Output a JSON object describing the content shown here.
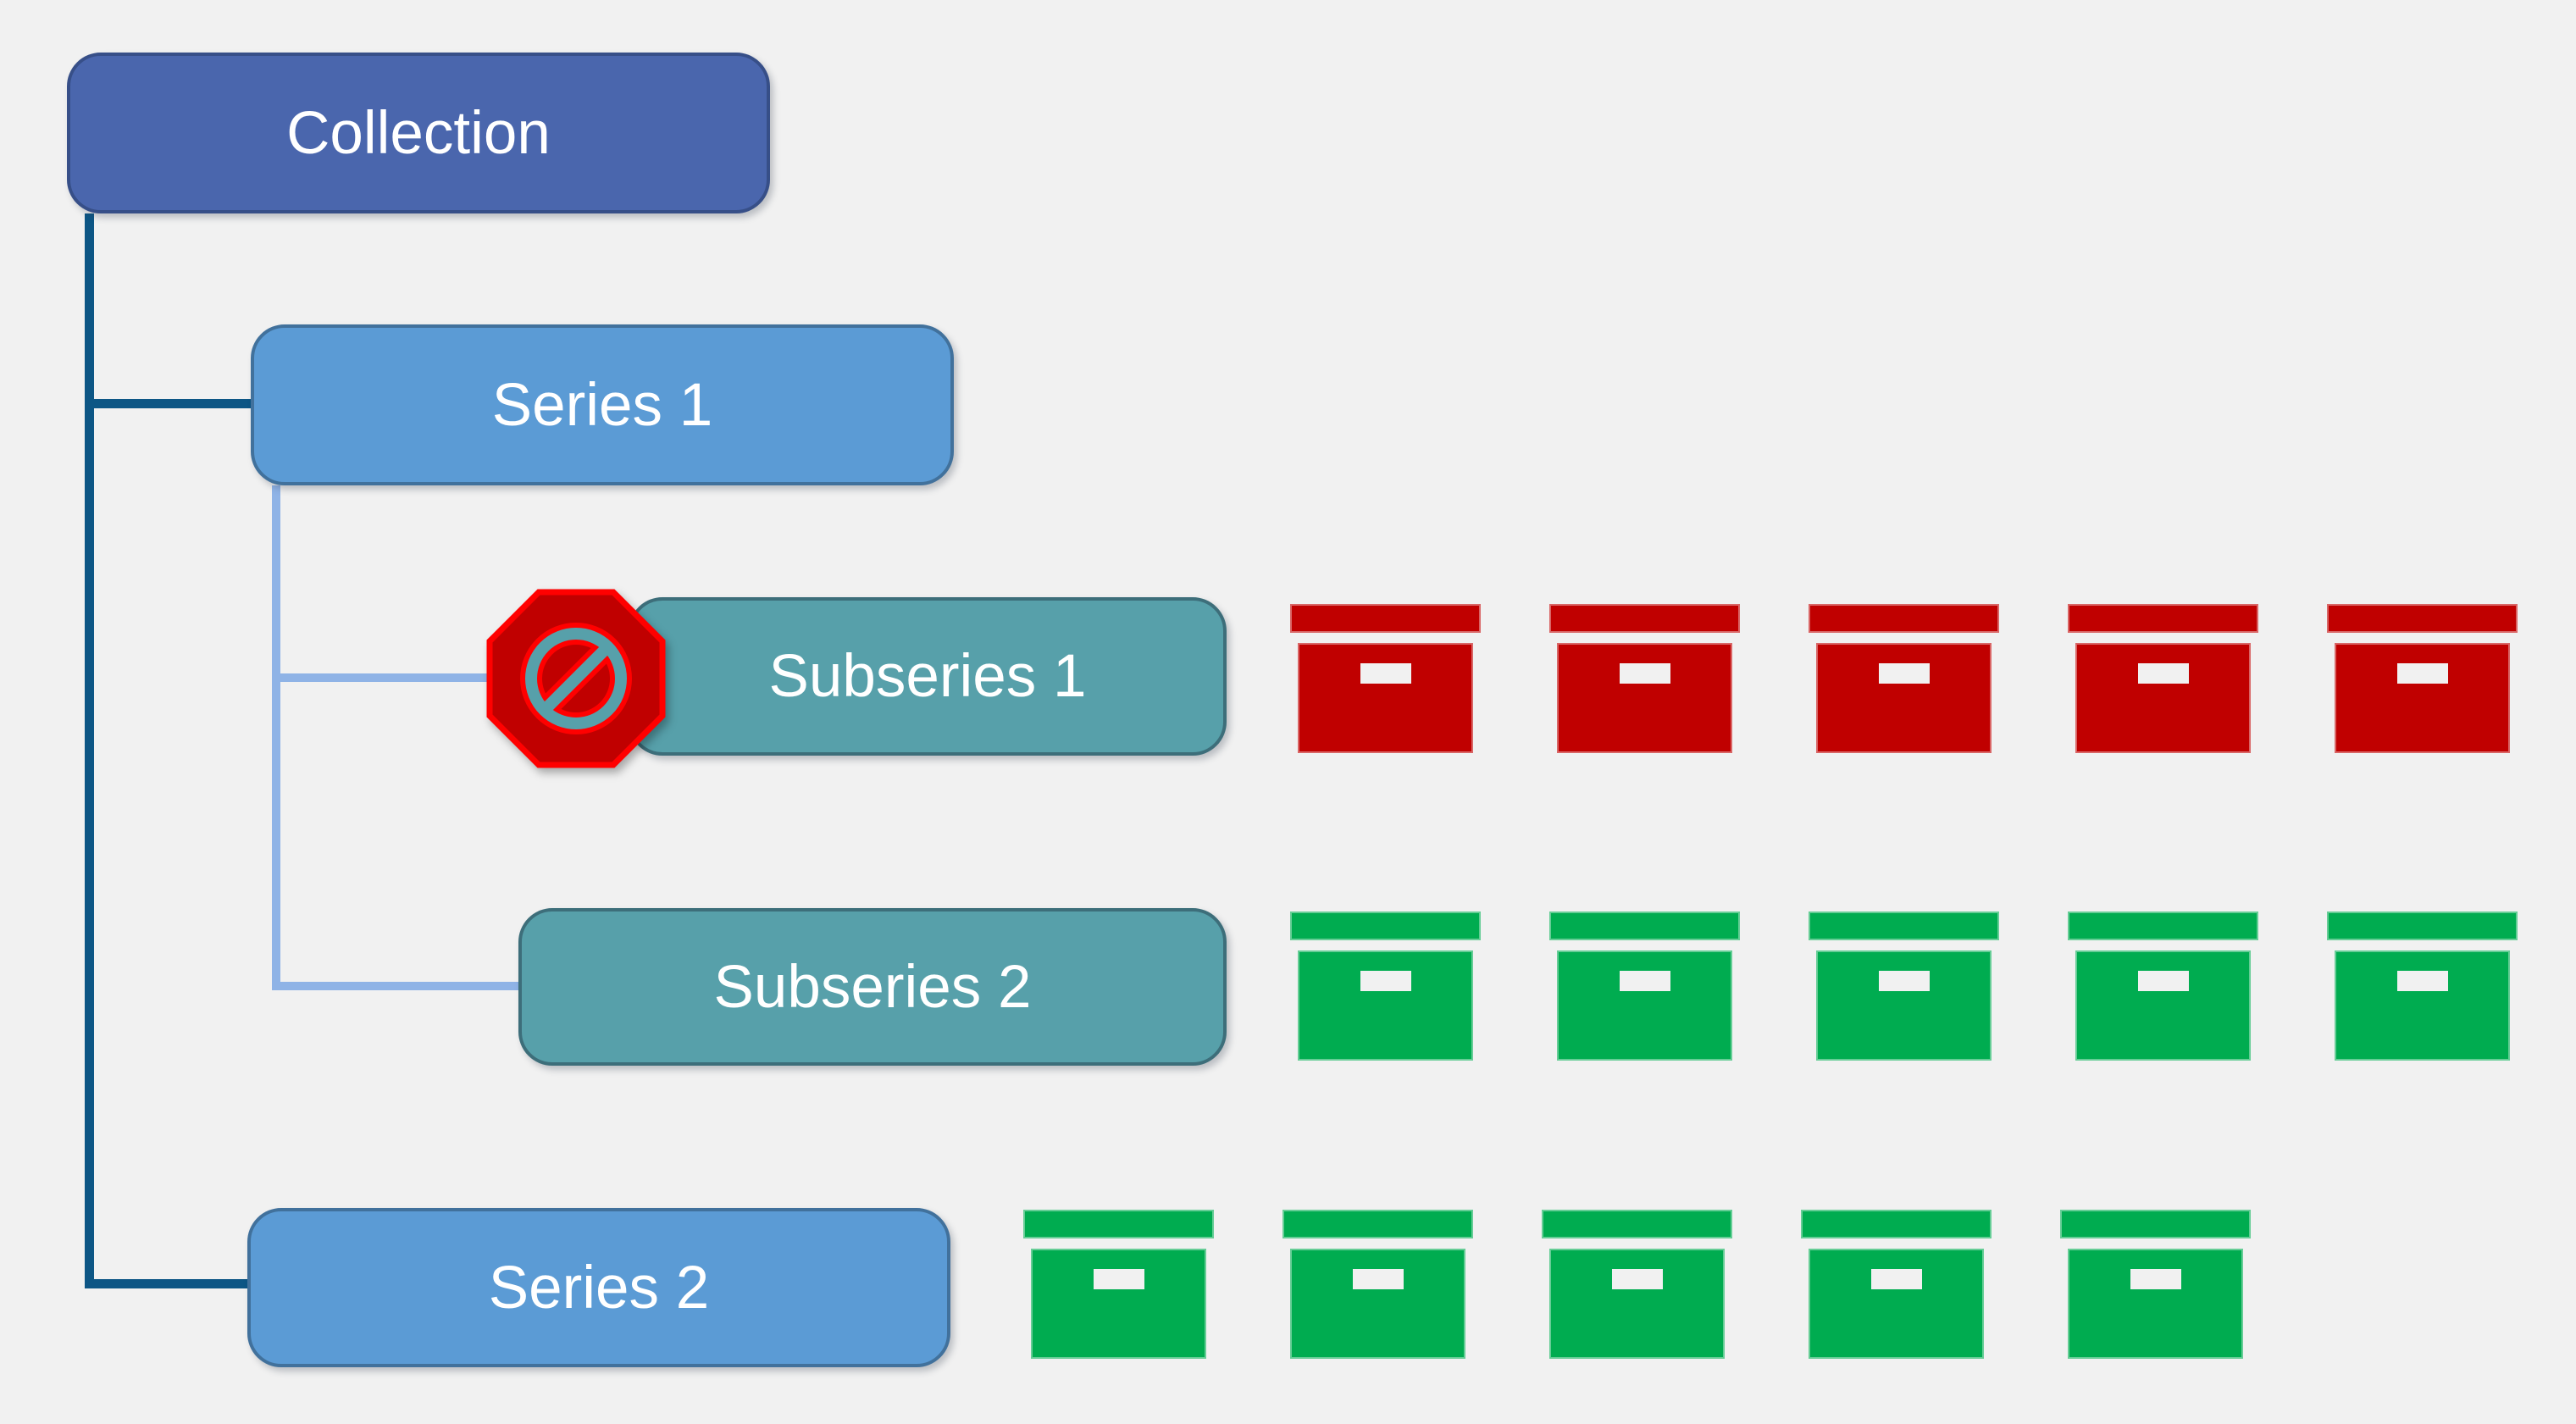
{
  "diagram": {
    "description": "Archival collection hierarchy with restricted and open box groups",
    "nodes": [
      {
        "id": "collection",
        "label": "Collection",
        "level": "collection",
        "fill": "#4A66AD",
        "border": "#374F88",
        "text_color": "#FFFFFF",
        "restricted": false
      },
      {
        "id": "series-1",
        "label": "Series 1",
        "level": "series",
        "fill": "#5B9BD5",
        "border": "#41719C",
        "text_color": "#FFFFFF",
        "restricted": false
      },
      {
        "id": "subseries-1",
        "label": "Subseries 1",
        "level": "subseries",
        "fill": "#57A0AA",
        "border": "#3D6E7A",
        "text_color": "#FFFFFF",
        "restricted": true
      },
      {
        "id": "subseries-2",
        "label": "Subseries 2",
        "level": "subseries",
        "fill": "#57A0AA",
        "border": "#3D6E7A",
        "text_color": "#FFFFFF",
        "restricted": false
      },
      {
        "id": "series-2",
        "label": "Series 2",
        "level": "series",
        "fill": "#5B9BD5",
        "border": "#41719C",
        "text_color": "#FFFFFF",
        "restricted": false
      }
    ],
    "edges": [
      {
        "from": "collection",
        "to": "series-1",
        "color": "dark"
      },
      {
        "from": "collection",
        "to": "series-2",
        "color": "dark"
      },
      {
        "from": "series-1",
        "to": "subseries-1",
        "color": "light"
      },
      {
        "from": "series-1",
        "to": "subseries-2",
        "color": "light"
      }
    ],
    "restricted_icon": {
      "name": "no-entry-icon",
      "shape": "octagon with circle-slash glyph",
      "octagon_fill": "#C00000",
      "octagon_stroke": "#FF0000",
      "glyph_color": "#57A0AA",
      "glyph_outline": "#FF0000"
    },
    "box_rows": [
      {
        "attached_to": "subseries-1",
        "color": "#C00000",
        "count": 5
      },
      {
        "attached_to": "subseries-2",
        "color": "#00AC50",
        "count": 5
      },
      {
        "attached_to": "series-2",
        "color": "#00AC50",
        "count": 5
      }
    ],
    "colors": {
      "background": "#F1F1F1",
      "collection_fill": "#4A66AD",
      "collection_border": "#374F88",
      "series_fill": "#5B9BD5",
      "series_border": "#41719C",
      "subseries_fill": "#57A0AA",
      "subseries_border": "#3D6E7A",
      "connector_dark": "#0D5685",
      "connector_light": "#8FB3E6",
      "restricted_red": "#C00000",
      "alert_red": "#FF0000",
      "box_green": "#00AC50",
      "label_text": "#FFFFFF"
    }
  }
}
